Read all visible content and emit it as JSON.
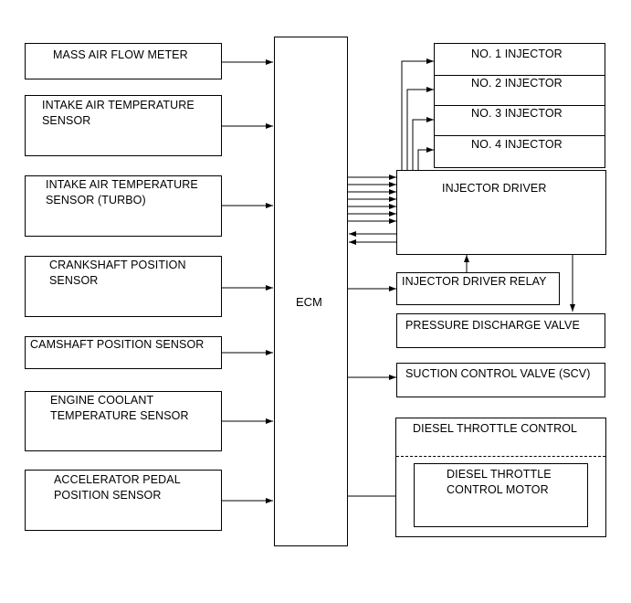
{
  "ecm_label": "ECM",
  "sensors": [
    "MASS AIR FLOW METER",
    "INTAKE AIR TEMPERATURE\nSENSOR",
    "INTAKE AIR TEMPERATURE\nSENSOR (TURBO)",
    "CRANKSHAFT POSITION\nSENSOR",
    "CAMSHAFT POSITION SENSOR",
    "ENGINE COOLANT\nTEMPERATURE SENSOR",
    "ACCELERATOR PEDAL\nPOSITION SENSOR"
  ],
  "injectors": [
    "NO. 1 INJECTOR",
    "NO. 2 INJECTOR",
    "NO. 3 INJECTOR",
    "NO. 4 INJECTOR"
  ],
  "injector_driver": "INJECTOR DRIVER",
  "injector_driver_relay": "INJECTOR DRIVER RELAY",
  "pressure_discharge_valve": "PRESSURE DISCHARGE VALVE",
  "suction_control_valve": "SUCTION CONTROL VALVE (SCV)",
  "diesel_throttle_control": "DIESEL THROTTLE CONTROL",
  "diesel_throttle_motor": "DIESEL THROTTLE\nCONTROL MOTOR"
}
